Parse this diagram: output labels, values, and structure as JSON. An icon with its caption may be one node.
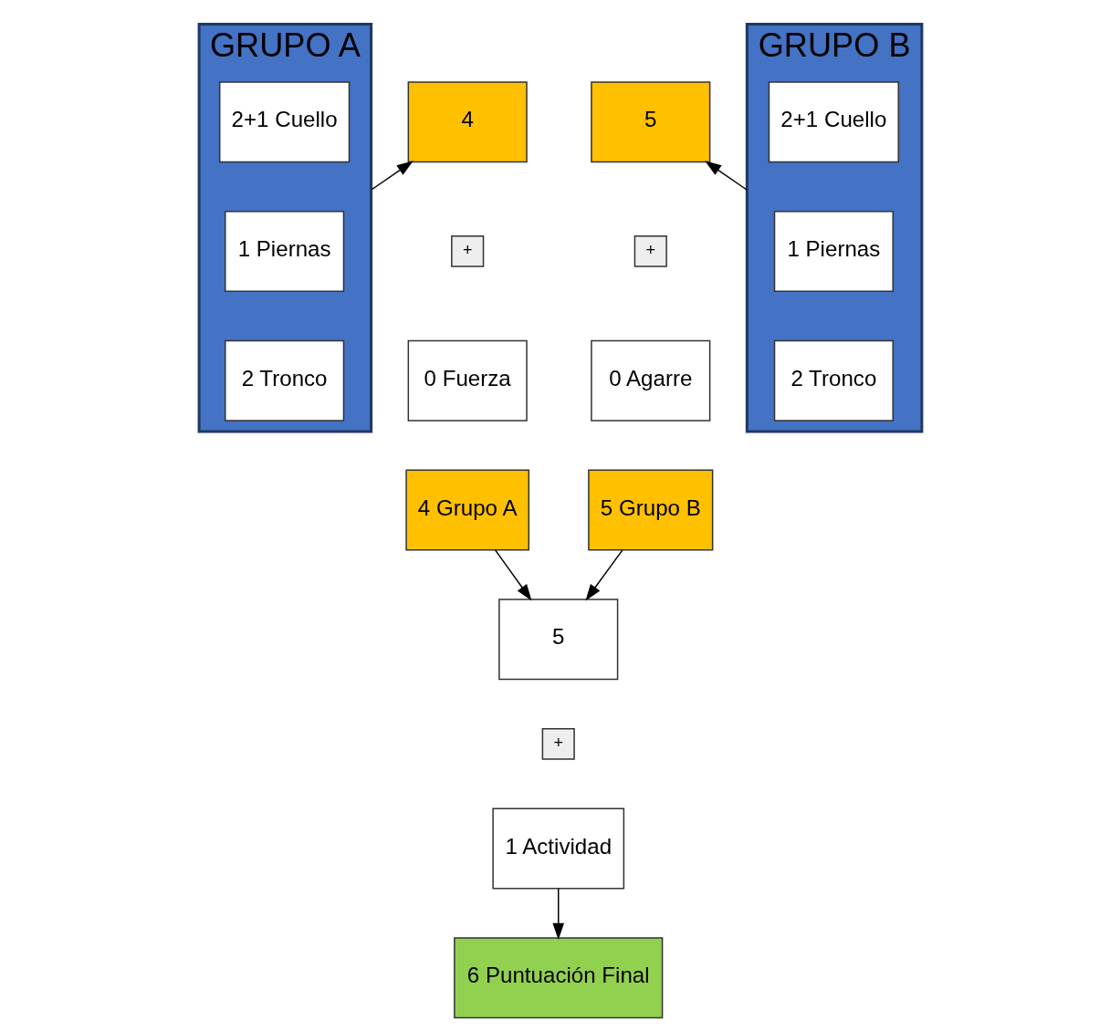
{
  "diagram": {
    "nodes": [
      {
        "text": [
          "GRUPO A"
        ]
      },
      {
        "text": [
          "2+1 Cuello"
        ],
        "in": 0
      },
      {
        "text": [
          "1 Piernas"
        ],
        "in": 0
      },
      {
        "text": [
          "2 Tronco"
        ],
        "in": 0
      },
      {
        "text": [
          "4"
        ]
      },
      {
        "text": [
          "+"
        ]
      },
      {
        "text": [
          "0 Fuerza"
        ]
      },
      {
        "text": [
          "5"
        ]
      },
      {
        "text": [
          "+"
        ]
      },
      {
        "text": [
          "0 Agarre"
        ]
      },
      {
        "text": [
          "GRUPO B"
        ]
      },
      {
        "text": [
          "2+1 Cuello"
        ],
        "in": 10
      },
      {
        "text": [
          "1 Piernas"
        ],
        "in": 10
      },
      {
        "text": [
          "2 Tronco"
        ],
        "in": 10
      },
      {
        "text": [
          "4 Grupo A"
        ]
      },
      {
        "text": [
          "5 Grupo B"
        ]
      },
      {
        "text": [
          "5"
        ]
      },
      {
        "text": [
          "+"
        ]
      },
      {
        "text": [
          "1 Actividad"
        ]
      },
      {
        "text": [
          "6 Puntuación Final"
        ]
      }
    ],
    "edges": [
      {
        "from": 0,
        "to": 4,
        "arrow": "to"
      },
      {
        "from": 10,
        "to": 7,
        "arrow": "to"
      },
      {
        "from": 14,
        "to": 16,
        "arrow": "to"
      },
      {
        "from": 15,
        "to": 16,
        "arrow": "to"
      },
      {
        "from": 18,
        "to": 19,
        "arrow": "to"
      }
    ]
  }
}
